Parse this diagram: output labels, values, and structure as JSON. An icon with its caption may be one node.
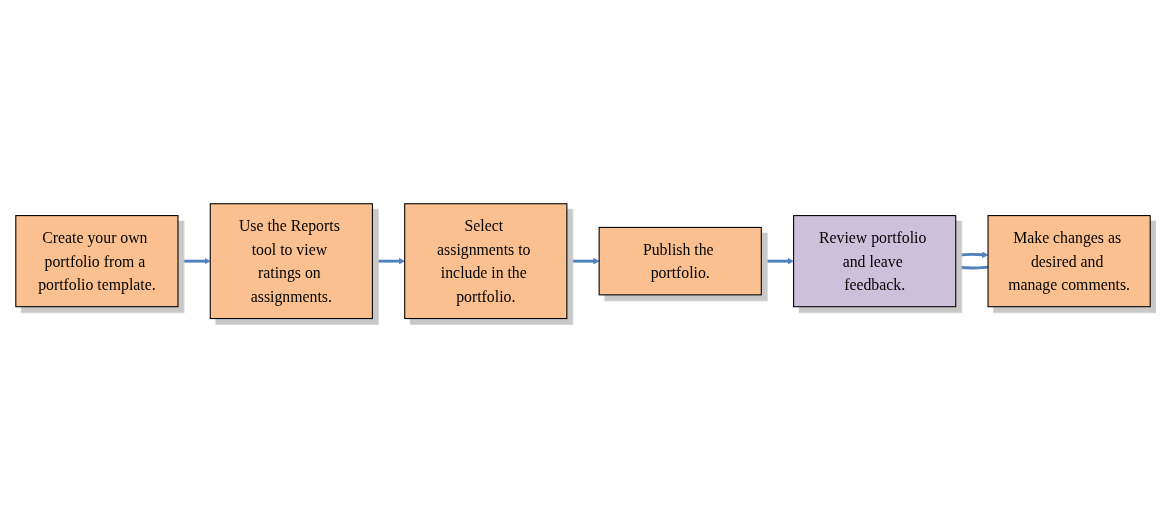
{
  "diagram": {
    "nodes": [
      {
        "text": [
          "Create your own portfolio from a portfolio template."
        ]
      },
      {
        "text": [
          "Use the Reports tool to view ratings on assignments."
        ]
      },
      {
        "text": [
          "Select assignments to include in the portfolio."
        ]
      },
      {
        "text": [
          "Publish the portfolio."
        ]
      },
      {
        "text": [
          "Review portfolio and leave feedback."
        ]
      },
      {
        "text": [
          "Make changes as desired and manage comments."
        ]
      }
    ],
    "edges": [
      {
        "from": 0,
        "to": 1,
        "arrow": "to"
      },
      {
        "from": 1,
        "to": 2,
        "arrow": "to"
      },
      {
        "from": 2,
        "to": 3,
        "arrow": "to"
      },
      {
        "from": 3,
        "to": 4,
        "arrow": "to"
      },
      {
        "from": 4,
        "to": 5,
        "arrow": "to"
      },
      {
        "from": 5,
        "to": 4,
        "arrow": "to"
      }
    ]
  }
}
